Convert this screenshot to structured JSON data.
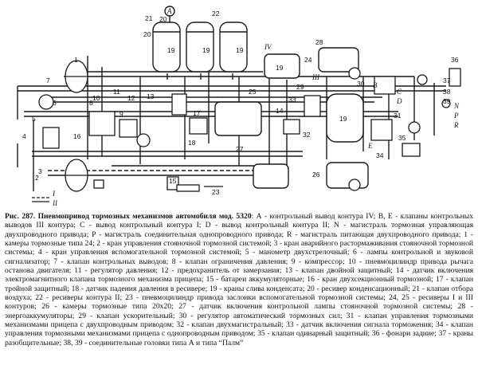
{
  "diagram": {
    "part_labels": {
      "n1": "1",
      "n2": "2",
      "n3": "3",
      "n4": "4",
      "n5": "5",
      "n6": "6",
      "n7": "7",
      "n8": "8",
      "n9": "9",
      "n10": "10",
      "n11": "11",
      "n12": "12",
      "n13": "13",
      "n14": "14",
      "n15": "15",
      "n16": "16",
      "n17": "17",
      "n18": "18",
      "n19a": "19",
      "n19b": "19",
      "n19c": "19",
      "n19d": "19",
      "n19e": "19",
      "n20": "20",
      "n21": "21",
      "n22": "22",
      "n23": "23",
      "n24": "24",
      "n25": "25",
      "n26": "26",
      "n27": "27",
      "n28": "28",
      "n29": "29",
      "n30": "30",
      "n31": "31",
      "n32": "32",
      "n33": "33",
      "n34": "34",
      "n35": "35",
      "n36": "36",
      "n37": "37",
      "n38": "38",
      "n39": "39",
      "n20b": "20"
    },
    "outlet_labels": {
      "A": "A",
      "B": "B",
      "C": "C",
      "D": "D",
      "E": "E",
      "N": "N",
      "P": "P",
      "R": "R",
      "I": "I",
      "II": "II",
      "III": "III",
      "IV": "IV"
    }
  },
  "caption": {
    "title": "Рис. 287. Пневмопривод тормозных механизмов автомобиля мод. 5320",
    "body": ": А - контрольный вывод контура IV; В, Е - клапаны контрольных выводов III контура; С - вывод контрольный контура I; D - вывод контрольный контура II; N - магистраль тормозная управляющая двухпроводного привода; Р - магистраль соединительная однопроводного привода; R - магистраль питающая двухпроводного привода; 1 - камеры тормозные типа 24; 2 - кран управления стояночной тормозной системой; 3 - кран аварийного растормаживания стояночной тормозной системы; 4 - кран управления вспомогательной тормозной системой; 5 - манометр двухстрелочный; 6 - лампы контрольной и звуковой сигнализатор; 7 - клапан контрольных выводов; 8 - клапан ограничения давления; 9 - компрессор; 10 - пневмоцилиндр привода рычага останова двигателя; 11 - регулятор давления; 12 - предохранитель от замерзания; 13 - клапан двойной защитный; 14 - датчик включения электромагнитного клапана тормозного механизма прицепа; 15 - батареи аккумуляторные; 16 - кран двухсекционный тормозной; 17 - клапан тройной защитный; 18 - датчик падения давления в ресивере; 19 - краны слива конденсата; 20 - ресивер конденсационный; 21 - клапан отбора воздуха; 22 - ресиверы контура II; 23 - пневмоцилиндр привода заслонки вспомогательной тормозной системы; 24, 25 - ресиверы I и III контуров; 26 - камеры тормозные типа 20х20; 27 - датчик включения контрольной лампы стояночной тормозной системы; 28 - энергоаккумуляторы; 29 - клапан ускорительный; 30 - регулятор автоматический тормозных сил; 31 - клапан управления тормозными механизмами прицепа с двухпроводным приводом; 32 - клапан двухмагистральный; 33 - датчик включения сигнала торможения; 34 - клапан управления тормозными механизмами прицепа с однопроводным приводом; 35 - клапан одинарный защитный; 36 - фонари задние; 37 - краны разобщительные; 38, 39 - соединительные головки типа А и типа “Палм”"
  }
}
